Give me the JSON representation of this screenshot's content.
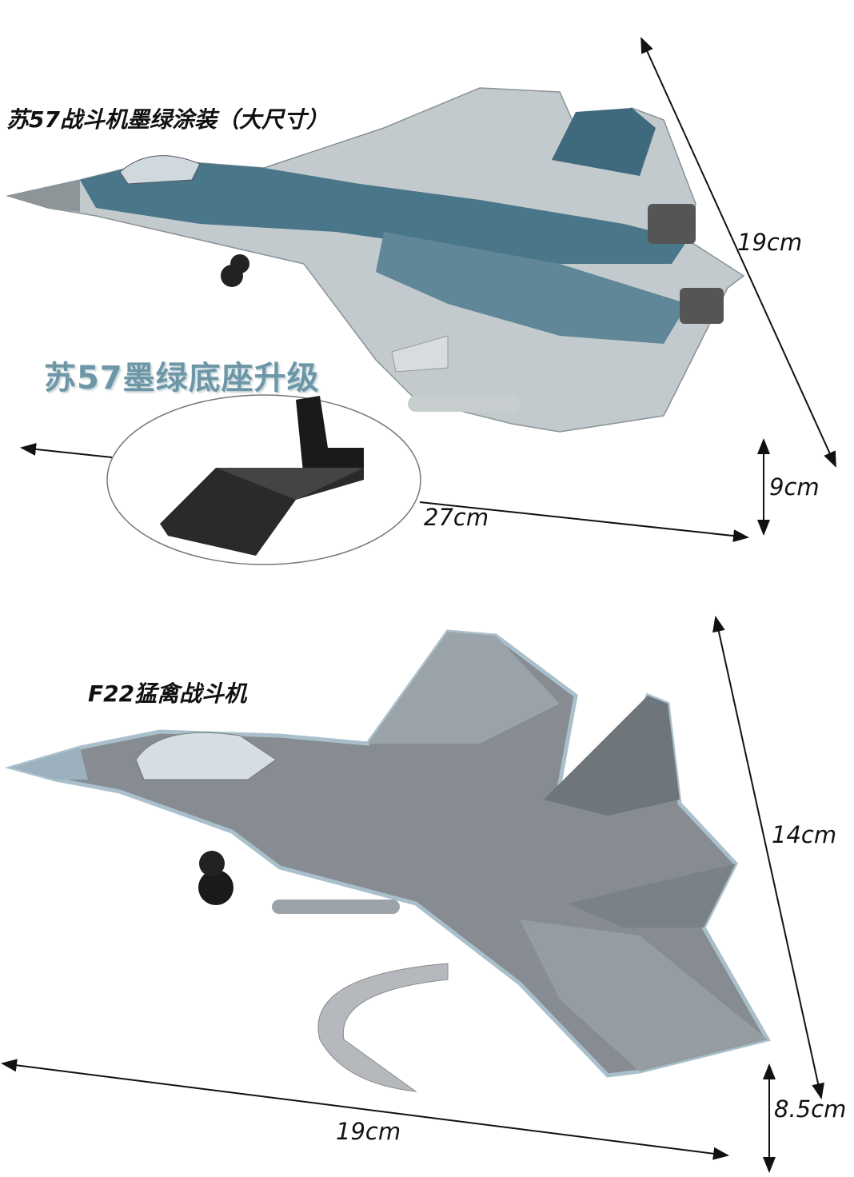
{
  "su57": {
    "title": "苏57战斗机墨绿涂装（大尺寸）",
    "stand_promo": "苏57墨绿底座升级",
    "length": "27cm",
    "wingspan": "19cm",
    "height": "9cm",
    "camo_colors": [
      "#3e6b80",
      "#b9c2c6",
      "#dfe3e4"
    ]
  },
  "f22": {
    "title": "F22猛禽战斗机",
    "length": "19cm",
    "wingspan": "14cm",
    "height": "8.5cm",
    "body_colors": [
      "#7e8489",
      "#9aa3a9",
      "#a9c0cc"
    ]
  }
}
